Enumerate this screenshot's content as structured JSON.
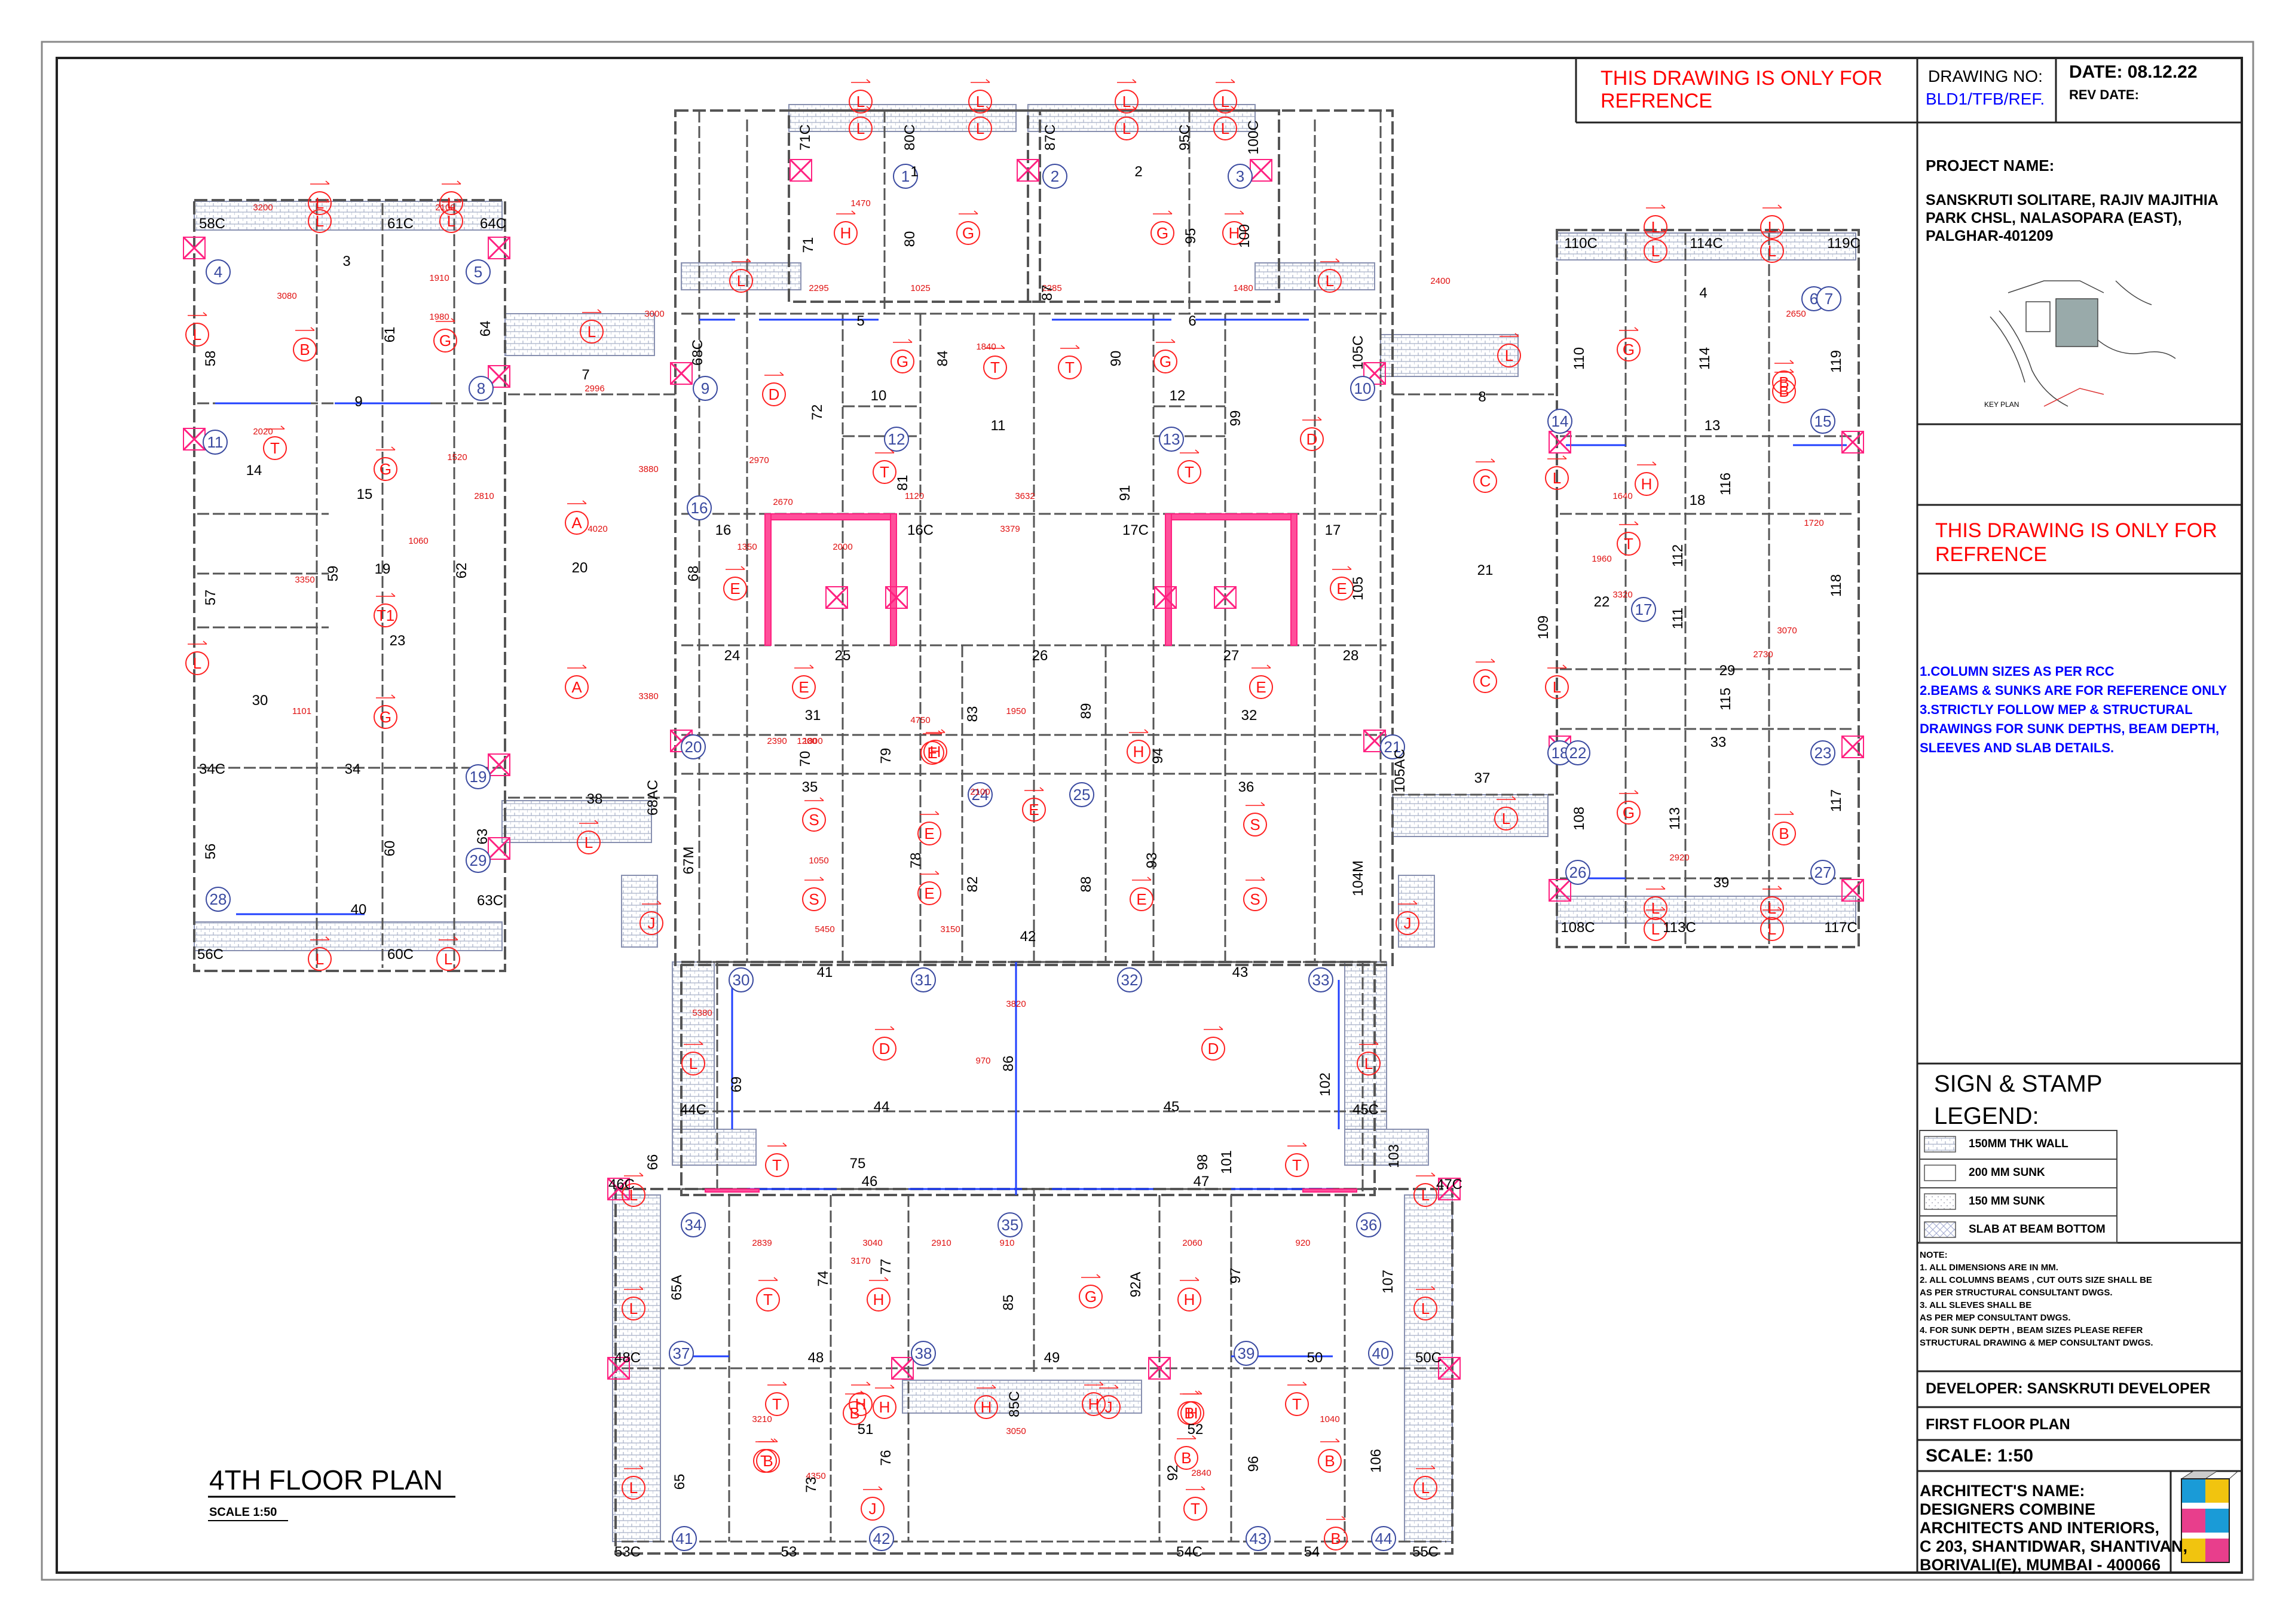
{
  "sheet": {
    "notice_top": [
      "THIS DRAWING IS  ONLY FOR",
      " REFRENCE"
    ],
    "drawing_no_label": "DRAWING NO:",
    "drawing_no": "BLD1/TFB/REF.",
    "date": "DATE: 08.12.22",
    "rev_date": "REV DATE:",
    "project_label": "PROJECT NAME:",
    "project_lines": [
      "SANSKRUTI SOLITARE, RAJIV MAJITHIA",
      "PARK CHSL, NALASOPARA (EAST),",
      "PALGHAR-401209"
    ],
    "key_plan": "KEY PLAN",
    "notice_mid": [
      "THIS DRAWING IS  ONLY FOR",
      " REFRENCE"
    ],
    "notes_blue": [
      "1.COLUMN SIZES AS PER RCC",
      "2.BEAMS & SUNKS ARE FOR REFERENCE ONLY",
      "3.STRICTLY FOLLOW MEP & STRUCTURAL",
      "DRAWINGS FOR SUNK DEPTHS, BEAM DEPTH,",
      "SLEEVES AND SLAB DETAILS."
    ],
    "sign_stamp": "SIGN & STAMP",
    "legend_title": "LEGEND:",
    "legend": [
      "150MM THK WALL",
      "200 MM SUNK",
      "150 MM SUNK",
      "SLAB AT BEAM BOTTOM"
    ],
    "note_title": "NOTE:",
    "note_lines": [
      "1. ALL DIMENSIONS ARE IN MM.",
      "2. ALL COLUMNS BEAMS , CUT OUTS  SIZE SHALL BE",
      "AS PER  STRUCTURAL CONSULTANT DWGS.",
      "3. ALL SLEVES  SHALL BE",
      "AS PER  MEP CONSULTANT DWGS.",
      "4. FOR SUNK DEPTH , BEAM SIZES PLEASE REFER",
      "STRUCTURAL DRAWING & MEP CONSULTANT DWGS."
    ],
    "developer": "DEVELOPER: SANSKRUTI DEVELOPER",
    "plan_name": "FIRST FLOOR PLAN",
    "scale": "SCALE: 1:50",
    "architect_lines": [
      "ARCHITECT'S  NAME:",
      "DESIGNERS COMBINE",
      "ARCHITECTS AND INTERIORS,",
      "C 203, SHANTIDWAR, SHANTIVAN,",
      "BORIVALI(E), MUMBAI - 400066"
    ],
    "floor_title": "4TH FLOOR PLAN",
    "floor_scale": "SCALE 1:50"
  },
  "plan": {
    "slabs": [
      "L",
      "L",
      "L",
      "L",
      "L",
      "L",
      "L",
      "L",
      "L",
      "L",
      "L",
      "L",
      "L",
      "L",
      "L",
      "L",
      "L",
      "L",
      "L",
      "L",
      "L",
      "L",
      "L",
      "L",
      "L",
      "L",
      "L",
      "L",
      "L",
      "L",
      "L",
      "L",
      "L",
      "L",
      "L",
      "L",
      "L",
      "L",
      "L",
      "L",
      "H",
      "G",
      "G",
      "H",
      "G",
      "G",
      "D",
      "D",
      "B",
      "G",
      "T",
      "T",
      "T",
      "T",
      "T",
      "A",
      "A",
      "G",
      "G",
      "T1",
      "E",
      "E",
      "E",
      "E",
      "C",
      "C",
      "H",
      "T",
      "B",
      "G",
      "B",
      "B",
      "G",
      "S",
      "S",
      "S",
      "S",
      "E",
      "E",
      "E",
      "E",
      "E",
      "D",
      "D",
      "J",
      "J",
      "H",
      "H",
      "T",
      "T",
      "T",
      "T",
      "T",
      "B",
      "B",
      "H",
      "H",
      "G",
      "B",
      "B",
      "H",
      "H",
      "J",
      "J",
      "T",
      "T",
      "B",
      "B",
      "H",
      "H",
      "H"
    ],
    "beams": [
      "1",
      "2",
      "3",
      "4",
      "5",
      "6",
      "7",
      "8",
      "9",
      "10",
      "11",
      "12",
      "13",
      "14",
      "15",
      "16",
      "16C",
      "17",
      "17C",
      "18",
      "19",
      "20",
      "21",
      "22",
      "23",
      "24",
      "25",
      "26",
      "27",
      "28",
      "29",
      "30",
      "31",
      "32",
      "33",
      "34",
      "34C",
      "35",
      "36",
      "37",
      "38",
      "39",
      "40",
      "41",
      "42",
      "43",
      "44",
      "44C",
      "45",
      "45C",
      "46",
      "46C",
      "47",
      "47C",
      "48",
      "48C",
      "49",
      "50",
      "50C",
      "51",
      "52",
      "53",
      "53C",
      "54",
      "54C",
      "55C",
      "56",
      "56C",
      "57",
      "58",
      "58C",
      "59",
      "60",
      "60C",
      "61",
      "61C",
      "62",
      "63",
      "63C",
      "64",
      "64C",
      "65",
      "65A",
      "66",
      "67M",
      "68",
      "68C",
      "68AC",
      "69",
      "70",
      "71",
      "71C",
      "72",
      "73",
      "74",
      "75",
      "76",
      "77",
      "78",
      "79",
      "80",
      "80C",
      "81",
      "82",
      "83",
      "84",
      "85",
      "85C",
      "86",
      "87",
      "87C",
      "88",
      "89",
      "90",
      "91",
      "92",
      "92A",
      "93",
      "94",
      "95",
      "95C",
      "96",
      "97",
      "98",
      "99",
      "100",
      "100C",
      "101",
      "102",
      "103",
      "104M",
      "105",
      "105C",
      "105AC",
      "106",
      "107",
      "108",
      "108C",
      "109",
      "110",
      "110C",
      "111",
      "112",
      "113",
      "113C",
      "114",
      "114C",
      "115",
      "116",
      "117",
      "117C",
      "118",
      "119",
      "119C"
    ],
    "columns": [
      "1",
      "2",
      "3",
      "4",
      "5",
      "6",
      "7",
      "8",
      "9",
      "10",
      "11",
      "12",
      "13",
      "14",
      "15",
      "16",
      "17",
      "18",
      "19",
      "20",
      "21",
      "22",
      "23",
      "24",
      "25",
      "26",
      "27",
      "28",
      "29",
      "30",
      "31",
      "32",
      "33",
      "34",
      "35",
      "36",
      "37",
      "38",
      "39",
      "40",
      "41",
      "42",
      "43",
      "44"
    ],
    "dims": [
      "3200",
      "2100",
      "3080",
      "1980",
      "1910",
      "3000",
      "2996",
      "2020",
      "4020",
      "3880",
      "2810",
      "1520",
      "1060",
      "3350",
      "1101",
      "3380",
      "2970",
      "2670",
      "1350",
      "2000",
      "3632",
      "3379",
      "1120",
      "1640",
      "1840",
      "1025",
      "2285",
      "2295",
      "1480",
      "1470",
      "2400",
      "1800",
      "1950",
      "4750",
      "2390",
      "1200",
      "2100",
      "1050",
      "5450",
      "3150",
      "3820",
      "970",
      "5380",
      "2839",
      "2910",
      "3040",
      "2060",
      "920",
      "910",
      "3050",
      "3210",
      "4350",
      "2840",
      "3170",
      "1040",
      "2920",
      "2730",
      "2650",
      "3320",
      "3070",
      "1720",
      "1960"
    ]
  }
}
